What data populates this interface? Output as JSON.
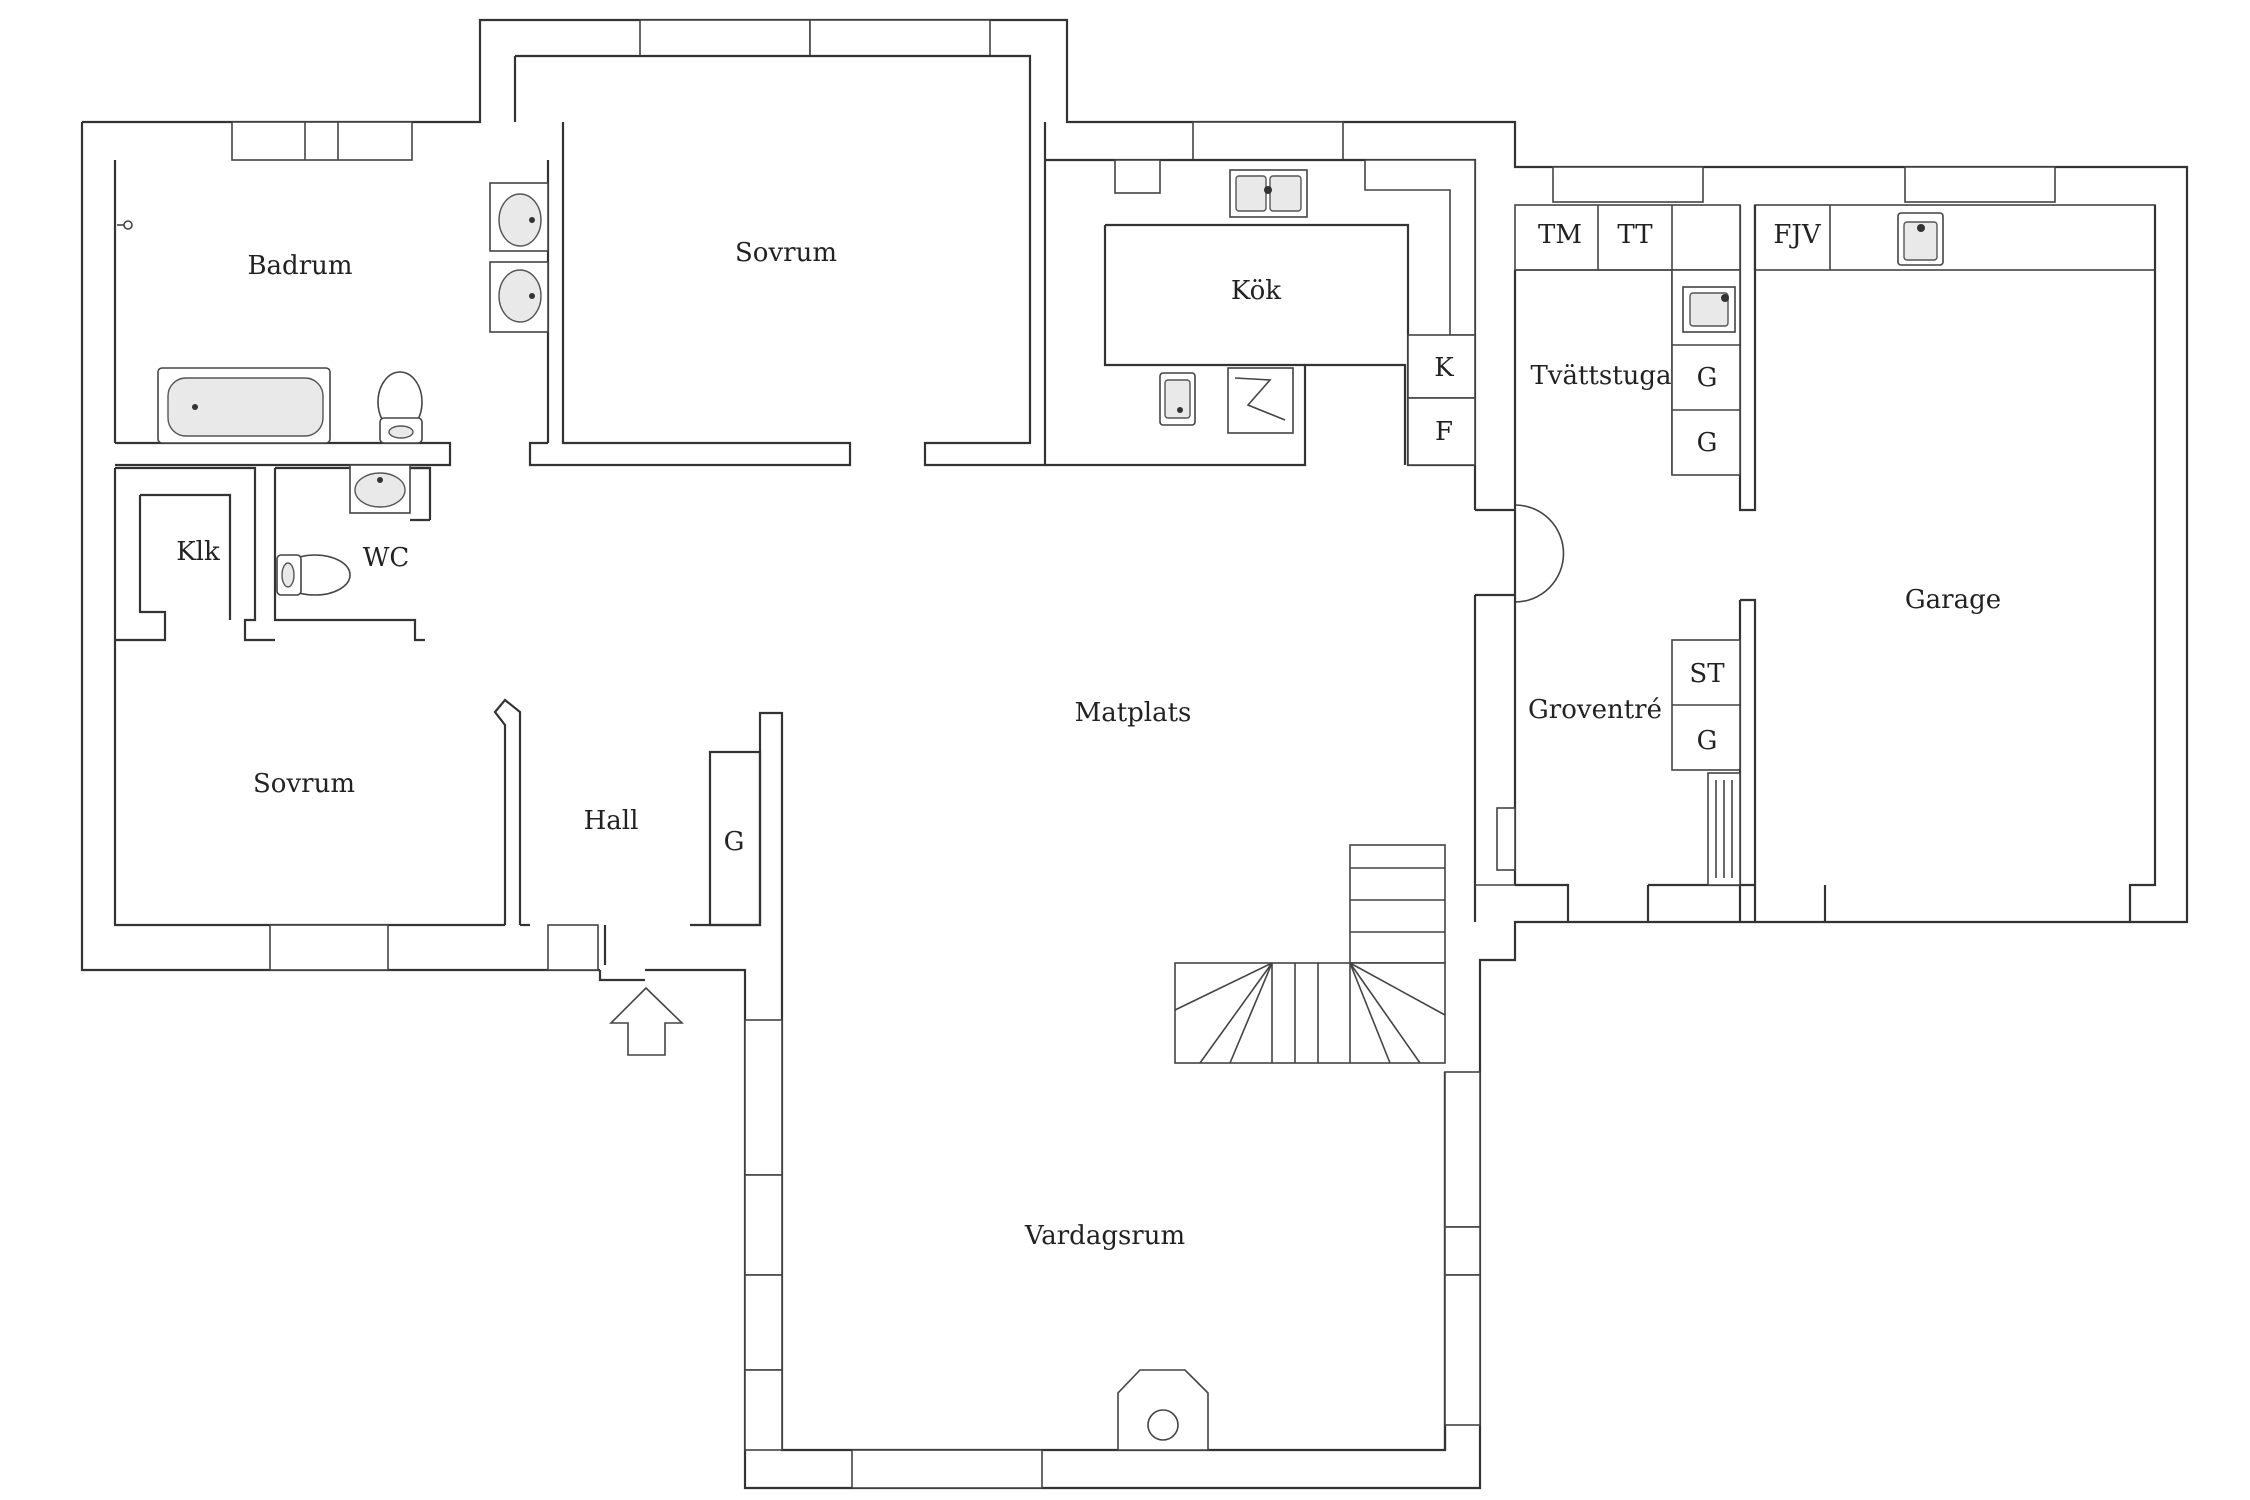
{
  "rooms": {
    "badrum": "Badrum",
    "sovrum_top": "Sovrum",
    "kok": "Kök",
    "klk": "Klk",
    "wc": "WC",
    "sovrum_left": "Sovrum",
    "hall": "Hall",
    "matplats": "Matplats",
    "vardagsrum": "Vardagsrum",
    "tvattstuga": "Tvättstuga",
    "groventre": "Groventré",
    "garage": "Garage"
  },
  "fixtures": {
    "kok_k": "K",
    "kok_f": "F",
    "tm": "TM",
    "tt": "TT",
    "fjv": "FJV",
    "tvatt_g1": "G",
    "tvatt_g2": "G",
    "st": "ST",
    "grov_g": "G",
    "hall_g": "G"
  },
  "colors": {
    "wall": "#333333",
    "background": "#ffffff",
    "text": "#222222"
  },
  "icons": [
    "bathtub-icon",
    "toilet-icon",
    "sink-icon",
    "stove-icon",
    "stairs-icon",
    "fireplace-icon",
    "entrance-arrow-icon",
    "radiator-icon"
  ]
}
